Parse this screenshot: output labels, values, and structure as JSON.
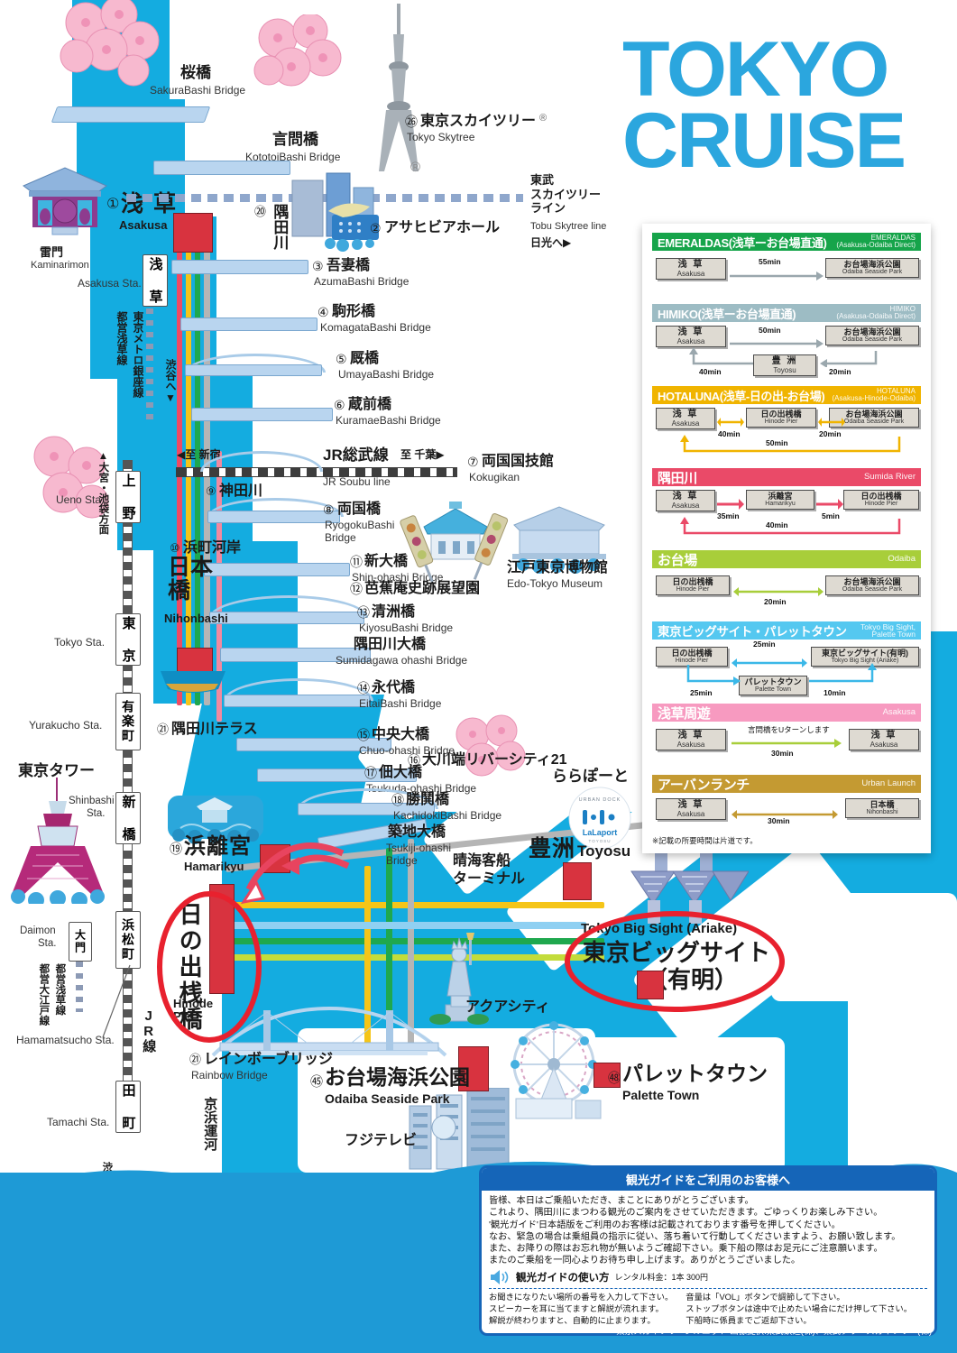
{
  "title": {
    "line1": "TOKYO",
    "line2": "CRUISE",
    "color": "#2ba6de"
  },
  "map_labels": {
    "kaminarimon_jp": "雷門",
    "kaminarimon_en": "Kaminarimon",
    "asakusa_num": "①",
    "asakusa_jp": "浅 草",
    "asakusa_en": "Asakusa",
    "asakusa_sta": "Asakusa Sta.",
    "sumidagawa_num": "⑳",
    "sumidagawa_jp": "隅田川",
    "sakurabashi_jp": "桜橋",
    "sakurabashi_en": "SakuraBashi Bridge",
    "kototoi_jp": "言問橋",
    "kototoi_en": "KototoiBashi Bridge",
    "skytree_num": "㉖",
    "skytree_jp": "東京スカイツリー",
    "skytree_en": "Tokyo Skytree",
    "skytree_reg": "®",
    "tobu_jp": "東武\nスカイツリー\nライン",
    "tobu_en": "Tobu Skytree line",
    "nikko": "日光へ▶",
    "asahi_num": "②",
    "asahi_jp": "アサヒビアホール",
    "azuma_num": "③",
    "azuma_jp": "吾妻橋",
    "azuma_en": "AzumaBashi Bridge",
    "komagata_num": "④",
    "komagata_jp": "駒形橋",
    "komagata_en": "KomagataBashi Bridge",
    "umaya_num": "⑤",
    "umaya_jp": "厩橋",
    "umaya_en": "UmayaBashi Bridge",
    "kuramae_num": "⑥",
    "kuramae_jp": "蔵前橋",
    "kuramae_en": "KuramaeBashi Bridge",
    "soubu_jp": "JR総武線",
    "soubu_en": "JR Soubu line",
    "to_shinjuku": "◀至 新宿",
    "to_chiba": "至 千葉▶",
    "kokugikan_num": "⑦",
    "kokugikan_jp": "両国国技館",
    "kokugikan_en": "Kokugikan",
    "edo_museum_jp": "江戸東京博物館",
    "edo_museum_en": "Edo-Tokyo Museum",
    "ryogoku_num": "⑧",
    "ryogoku_jp": "両国橋",
    "ryogoku_en": "RyogokuBashi\nBridge",
    "kanda_num": "⑨",
    "kanda_jp": "神田川",
    "hamacho_num": "⑩",
    "hamacho_jp": "浜町河岸",
    "shinohashi_num": "⑪",
    "shinohashi_jp": "新大橋",
    "shinohashi_en": "Shin-ohashi Bridge",
    "bashoan_num": "⑫",
    "bashoan_jp": "芭蕉庵史跡展望園",
    "kiyosu_num": "⑬",
    "kiyosu_jp": "清洲橋",
    "kiyosu_en": "KiyosuBashi Bridge",
    "sumidagawa_ohashi_jp": "隅田川大橋",
    "sumidagawa_ohashi_en": "Sumidagawa ohashi Bridge",
    "eitai_num": "⑭",
    "eitai_jp": "永代橋",
    "eitai_en": "EitaiBashi Bridge",
    "terrace_num": "㉑",
    "terrace_jp": "隅田川テラス",
    "chuo_num": "⑮",
    "chuo_jp": "中央大橋",
    "chuo_en": "Chuo-ohashi Bridge",
    "okawabata_num": "⑯",
    "okawabata_jp": "大川端リバーシティ21",
    "tsukuda_num": "⑰",
    "tsukuda_jp": "佃大橋",
    "tsukuda_en": "Tsukuda-ohashi Bridge",
    "kachidoki_num": "⑱",
    "kachidoki_jp": "勝鬨橋",
    "kachidoki_en": "KachidokiBashi Bridge",
    "tsukiji_jp": "築地大橋",
    "tsukiji_en": "Tsukiji-ohashi\nBridge",
    "harumi_jp": "晴海客船\nターミナル",
    "lalaport_jp": "ららぽーと",
    "lalaport_badge_top": "URBAN DOCK",
    "lalaport_badge_mid": "LaLaport",
    "lalaport_badge_bot": "TOYOSU",
    "toyosu_jp": "豊洲",
    "toyosu_en": "Toyosu",
    "hamarikyu_num": "⑲",
    "hamarikyu_jp": "浜離宮",
    "hamarikyu_en": "Hamarikyu",
    "hinode_jp": "日の出桟橋",
    "hinode_en": "Hinode\nPier",
    "rainbow_num": "㉑",
    "rainbow_jp": "レインボーブリッジ",
    "rainbow_en": "Rainbow Bridge",
    "keihin_jp": "京浜運河",
    "odaiba_num": "㊺",
    "odaiba_jp": "お台場海浜公園",
    "odaiba_en": "Odaiba Seaside Park",
    "fujitv_jp": "フジテレビ",
    "aquacity_jp": "アクアシティ",
    "bigsight_en": "Tokyo Big Sight (Ariake)",
    "bigsight_jp1": "東京ビッグサイト",
    "bigsight_jp2": "（有明）",
    "palette_num": "㊽",
    "palette_jp": "パレットタウン",
    "palette_en": "Palette Town",
    "tokyo_tower_jp": "東京タワー"
  },
  "stations": [
    {
      "jp": "浅 草",
      "en": "Asakusa Sta."
    },
    {
      "jp": "上 野",
      "en": "Ueno Sta."
    },
    {
      "jp": "東 京",
      "en": "Tokyo Sta."
    },
    {
      "jp": "有楽町",
      "en": "Yurakucho Sta."
    },
    {
      "jp": "新 橋",
      "en": "Shinbashi\nSta."
    },
    {
      "jp": "浜松町",
      "en": "Hamamatsucho Sta."
    },
    {
      "jp": "田 町",
      "en": "Tamachi Sta."
    },
    {
      "jp": "大門",
      "en": "Daimon\nSta."
    }
  ],
  "rail_lines": {
    "metro_ginza": "東京メトロ銀座線",
    "toei_asakusa": "都営浅草線",
    "to_shibuya": "渋谷へ▼",
    "to_omiya": "▲大宮・池袋方面",
    "toei_oedo": "都営大江戸線",
    "toei_asakusa2": "都営浅草線",
    "jr_line": "JR線",
    "to_shibuya_shinjuku": "渋谷・新宿・横浜方面▼"
  },
  "routes": [
    {
      "id": "emeraldas",
      "title_jp": "EMERALDAS(浅草ーお台場直通)",
      "title_en_1": "EMERALDAS",
      "title_en_2": "(Asakusa-Odaiba Direct)",
      "color": "#16a44a",
      "nodes": [
        {
          "jp": "浅 草",
          "en": "Asakusa"
        },
        {
          "jp": "お台場海浜公園",
          "en": "Odaiba Seaside Park"
        }
      ],
      "durations": [
        "55min"
      ]
    },
    {
      "id": "himiko",
      "title_jp": "HIMIKO(浅草ーお台場直通)",
      "title_en_1": "HIMIKO",
      "title_en_2": "(Asakusa-Odaiba Direct)",
      "color": "#9dbcc4",
      "nodes": [
        {
          "jp": "浅 草",
          "en": "Asakusa"
        },
        {
          "jp": "お台場海浜公園",
          "en": "Odaiba Seaside Park"
        },
        {
          "jp": "豊 洲",
          "en": "Toyosu"
        }
      ],
      "durations": [
        "50min",
        "40min",
        "20min"
      ]
    },
    {
      "id": "hotaluna",
      "title_jp": "HOTALUNA(浅草-日の出-お台場)",
      "title_en_1": "HOTALUNA",
      "title_en_2": "(Asakusa-Hinode-Odaiba)",
      "color": "#f0b400",
      "nodes": [
        {
          "jp": "浅 草",
          "en": "Asakusa"
        },
        {
          "jp": "日の出桟橋",
          "en": "Hinode Pier"
        },
        {
          "jp": "お台場海浜公園",
          "en": "Odaiba Seaside Park"
        }
      ],
      "durations": [
        "40min",
        "20min",
        "50min"
      ]
    },
    {
      "id": "sumida",
      "title_jp": "隅田川",
      "title_en_1": "Sumida River",
      "title_en_2": "",
      "color": "#ea4a68",
      "nodes": [
        {
          "jp": "浅 草",
          "en": "Asakusa"
        },
        {
          "jp": "浜離宮",
          "en": "Hamarikyu"
        },
        {
          "jp": "日の出桟橋",
          "en": "Hinode Pier"
        }
      ],
      "durations": [
        "35min",
        "5min",
        "40min"
      ]
    },
    {
      "id": "odaiba",
      "title_jp": "お台場",
      "title_en_1": "Odaiba",
      "title_en_2": "",
      "color": "#a8ce3a",
      "nodes": [
        {
          "jp": "日の出桟橋",
          "en": "Hinode Pier"
        },
        {
          "jp": "お台場海浜公園",
          "en": "Odaiba Seaside Park"
        }
      ],
      "durations": [
        "20min"
      ]
    },
    {
      "id": "bigsight",
      "title_jp": "東京ビッグサイト・パレットタウン",
      "title_en_1": "Tokyo Big Sight,",
      "title_en_2": "Palette Town",
      "color": "#55c8f0",
      "nodes": [
        {
          "jp": "日の出桟橋",
          "en": "Hinode Pier"
        },
        {
          "jp": "東京ビッグサイト(有明)",
          "en": "Tokyo Big Sight (Ariake)"
        },
        {
          "jp": "パレットタウン",
          "en": "Palette Town"
        }
      ],
      "durations": [
        "25min",
        "25min",
        "10min"
      ]
    },
    {
      "id": "asakusa-cruise",
      "title_jp": "浅草周遊",
      "title_en_1": "Asakusa",
      "title_en_2": "",
      "color": "#f79ac0",
      "nodes": [
        {
          "jp": "浅 草",
          "en": "Asakusa"
        },
        {
          "jp": "浅 草",
          "en": "Asakusa"
        }
      ],
      "durations": [
        "30min"
      ],
      "note": "言問橋をUターンします"
    },
    {
      "id": "urban-launch",
      "title_jp": "アーバンランチ",
      "title_en_1": "Urban Launch",
      "title_en_2": "",
      "color": "#c49a32",
      "nodes": [
        {
          "jp": "浅 草",
          "en": "Asakusa"
        },
        {
          "jp": "日本橋",
          "en": "Nihonbashi"
        }
      ],
      "durations": [
        "30min"
      ]
    }
  ],
  "routes_footnote": "※記載の所要時間は片道です。",
  "guide": {
    "heading": "観光ガイドをご利用のお客様へ",
    "paragraphs": [
      "皆様、本日はご乗船いただき、まことにありがとうございます。",
      "これより、隅田川にまつわる観光のご案内をさせていただきます。ごゆっくりお楽しみ下さい。",
      "'観光ガイド'日本語版をご利用のお客様は記載されております番号を押してください。",
      "なお、緊急の場合は乗組員の指示に従い、落ち着いて行動してくださいますよう、お願い致します。",
      "また、お降りの際はお忘れ物が無いようご確認下さい。乗下船の際はお足元にご注意願います。",
      "またのご乗船を一同心よりお待ち申し上げます。ありがとうございました。"
    ],
    "howto_title": "観光ガイドの使い方",
    "howto_fee": "レンタル料金：1本 300円",
    "col_left": [
      "お聞きになりたい場所の番号を入力して下さい。",
      "スピーカーを耳に当てますと解説が流れます。",
      "解説が終わりますと、自動的に止まります。"
    ],
    "col_right": [
      "音量は「VOL」ボタンで調節して下さい。",
      "ストップボタンは途中で止めたい場合にだけ押して下さい。",
      "下船時に係員までご返却下さい。"
    ]
  },
  "credit": "東京スカイツリーシルエット 画像提供:東武鉄道(株)、東武タワースカイツリー(株)"
}
